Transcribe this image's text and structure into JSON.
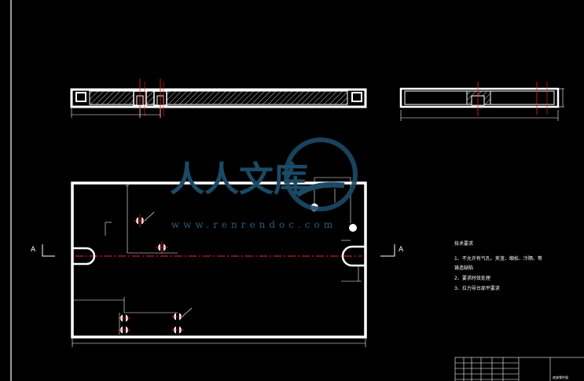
{
  "section_labels": {
    "left": "A",
    "right": "A"
  },
  "tech_requirements": {
    "title": "技术要求",
    "lines": [
      "1、不允许有气孔、夹渣、缩松、冷隔、等",
      "铸造缺陷",
      "2、要求时效处理",
      "3、拉力导台部平要求"
    ]
  },
  "watermark": {
    "text": "人人文库",
    "url": "www.renrendoc.com"
  },
  "title_block": {
    "name": "底座零件图"
  },
  "colors": {
    "background": "#000000",
    "lines": "#ffffff",
    "center_lines": "#ff2020",
    "watermark": "#1b4a66"
  }
}
